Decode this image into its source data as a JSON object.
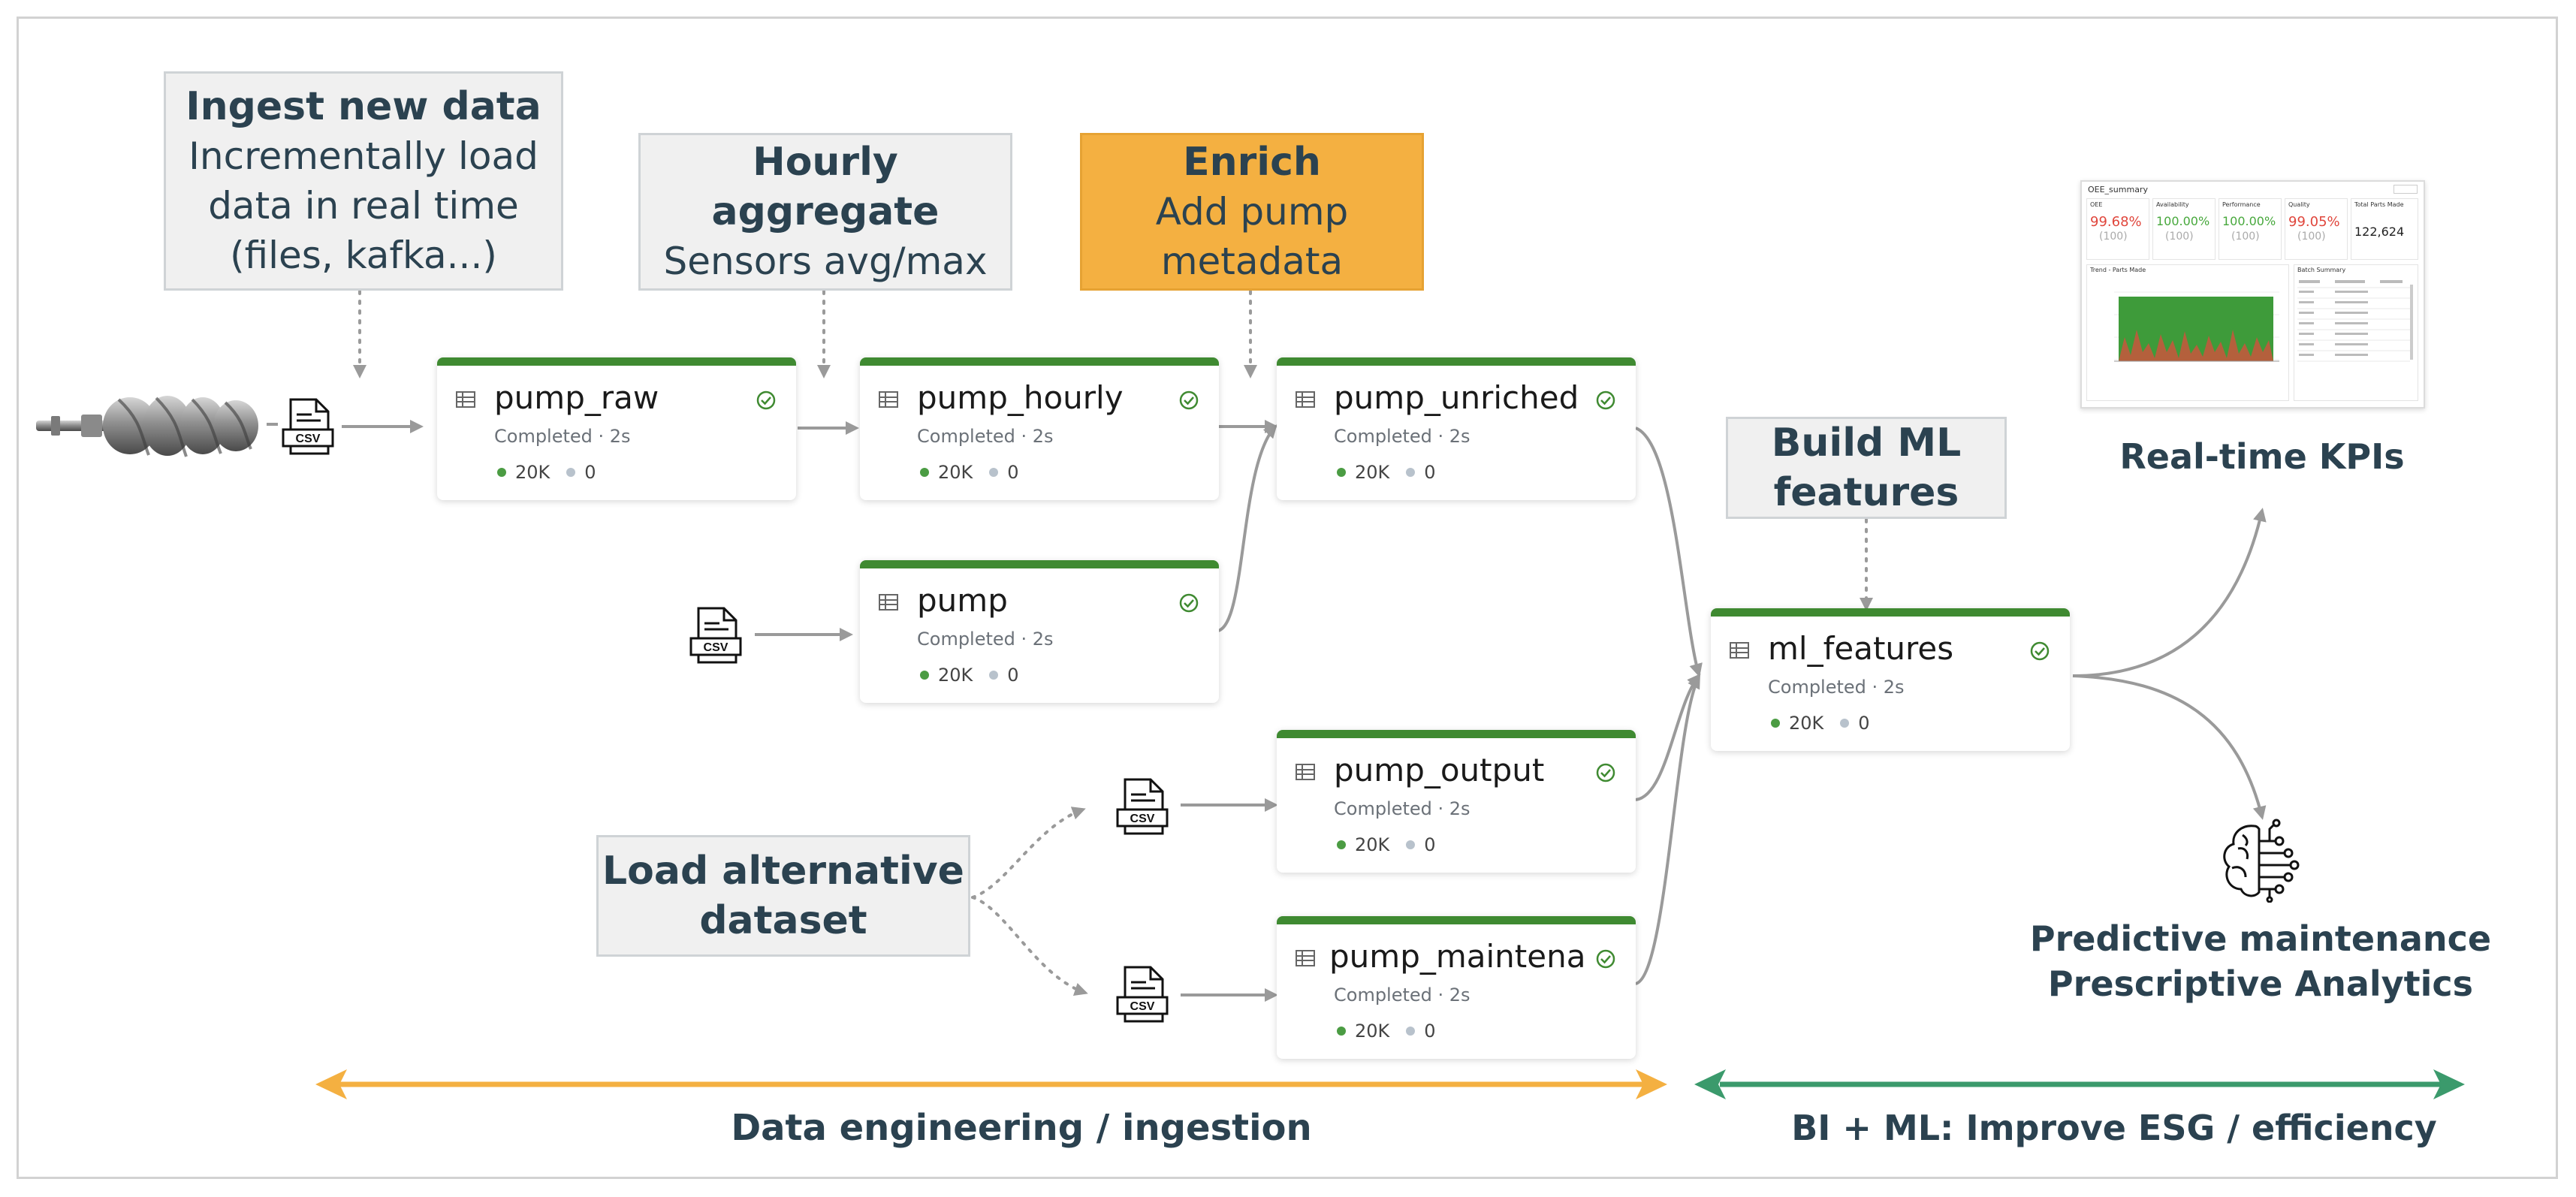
{
  "callouts": {
    "ingest": {
      "title": "Ingest new data",
      "line1": "Incrementally load",
      "line2": "data in real time",
      "line3": "(files, kafka...)"
    },
    "hourly": {
      "title": "Hourly aggregate",
      "line1": "Sensors avg/max"
    },
    "enrich": {
      "title": "Enrich",
      "line1": "Add pump",
      "line2": "metadata"
    },
    "build_ml": {
      "title_line1": "Build ML",
      "title_line2": "features"
    },
    "load_alt": {
      "title_line1": "Load alternative",
      "title_line2": "dataset"
    }
  },
  "nodes": {
    "pump_raw": {
      "name": "pump_raw",
      "status": "Completed · 2s",
      "rows": "20K",
      "dropped": "0"
    },
    "pump_hourly": {
      "name": "pump_hourly",
      "status": "Completed · 2s",
      "rows": "20K",
      "dropped": "0"
    },
    "pump_unriched": {
      "name": "pump_unriched",
      "status": "Completed · 2s",
      "rows": "20K",
      "dropped": "0"
    },
    "pump": {
      "name": "pump",
      "status": "Completed · 2s",
      "rows": "20K",
      "dropped": "0"
    },
    "pump_output": {
      "name": "pump_output",
      "status": "Completed · 2s",
      "rows": "20K",
      "dropped": "0"
    },
    "pump_maintenance": {
      "name": "pump_maintenan.",
      "status": "Completed · 2s",
      "rows": "20K",
      "dropped": "0"
    },
    "ml_features": {
      "name": "ml_features",
      "status": "Completed · 2s",
      "rows": "20K",
      "dropped": "0"
    }
  },
  "file_badge": "CSV",
  "dashboard": {
    "title": "OEE_summary",
    "kpis": [
      {
        "label": "OEE",
        "value": "99.68%",
        "target": "(100)",
        "color": "#e0463c"
      },
      {
        "label": "Availability",
        "value": "100.00%",
        "target": "(100)",
        "color": "#47a83c"
      },
      {
        "label": "Performance",
        "value": "100.00%",
        "target": "(100)",
        "color": "#47a83c"
      },
      {
        "label": "Quality",
        "value": "99.05%",
        "target": "(100)",
        "color": "#e0463c"
      },
      {
        "label": "Total Parts Made",
        "value": "122,624",
        "target": "",
        "color": "#222222"
      }
    ],
    "chart_title": "Trend - Parts Made",
    "table_title": "Batch Summary"
  },
  "outputs": {
    "kpis_label": "Real-time KPIs",
    "ml_line1": "Predictive maintenance",
    "ml_line2": "Prescriptive Analytics"
  },
  "footer": {
    "left_label": "Data engineering / ingestion",
    "right_label": "BI + ML: Improve ESG / efficiency",
    "left_color": "#f4b041",
    "right_color": "#3b9a6c"
  },
  "icons": [
    "screw-pump-icon",
    "csv-file-icon",
    "table-icon",
    "check-circle-icon",
    "ai-brain-icon"
  ]
}
